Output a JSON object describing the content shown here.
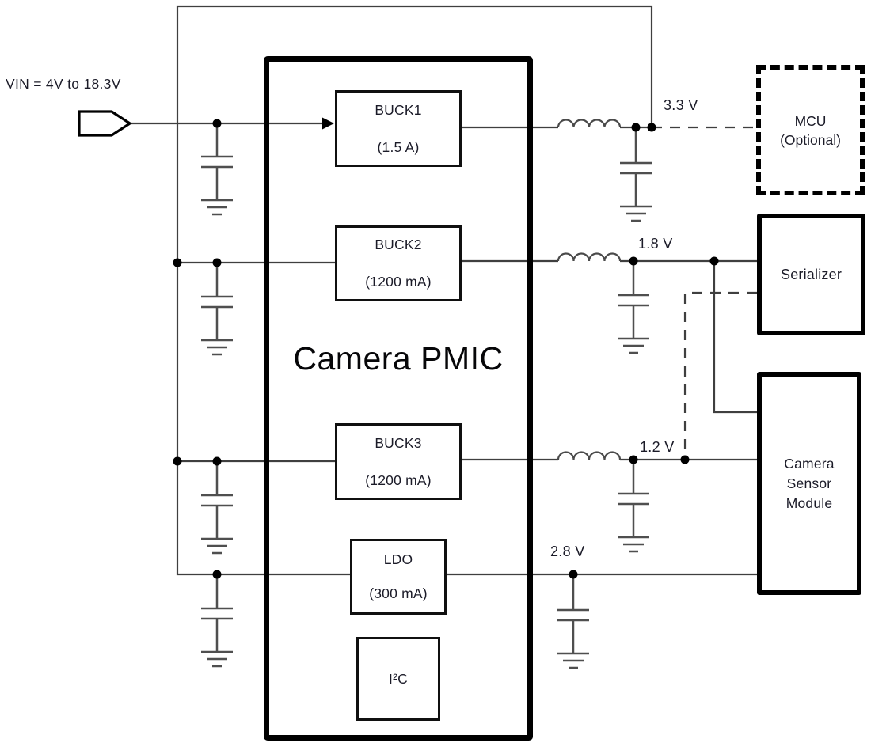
{
  "colors": {
    "wire": "#3f3f3f",
    "component": "#4f4f4f",
    "box_border": "#000000",
    "text": "#1b1b28",
    "background": "#ffffff"
  },
  "input": {
    "label": "VIN = 4V to 18.3V"
  },
  "pmic": {
    "title": "Camera PMIC",
    "buck1": {
      "name": "BUCK1",
      "rating": "(1.5 A)"
    },
    "buck2": {
      "name": "BUCK2",
      "rating": "(1200 mA)"
    },
    "buck3": {
      "name": "BUCK3",
      "rating": "(1200 mA)"
    },
    "ldo": {
      "name": "LDO",
      "rating": "(300 mA)"
    },
    "i2c": {
      "name": "I²C"
    }
  },
  "rails": {
    "buck1_output": "3.3 V",
    "buck2_output": "1.8 V",
    "buck3_output": "1.2 V",
    "ldo_output": "2.8 V"
  },
  "loads": {
    "mcu": {
      "line1": "MCU",
      "line2": "(Optional)"
    },
    "serializer": {
      "name": "Serializer"
    },
    "camera": {
      "line1": "Camera",
      "line2": "Sensor",
      "line3": "Module"
    }
  }
}
